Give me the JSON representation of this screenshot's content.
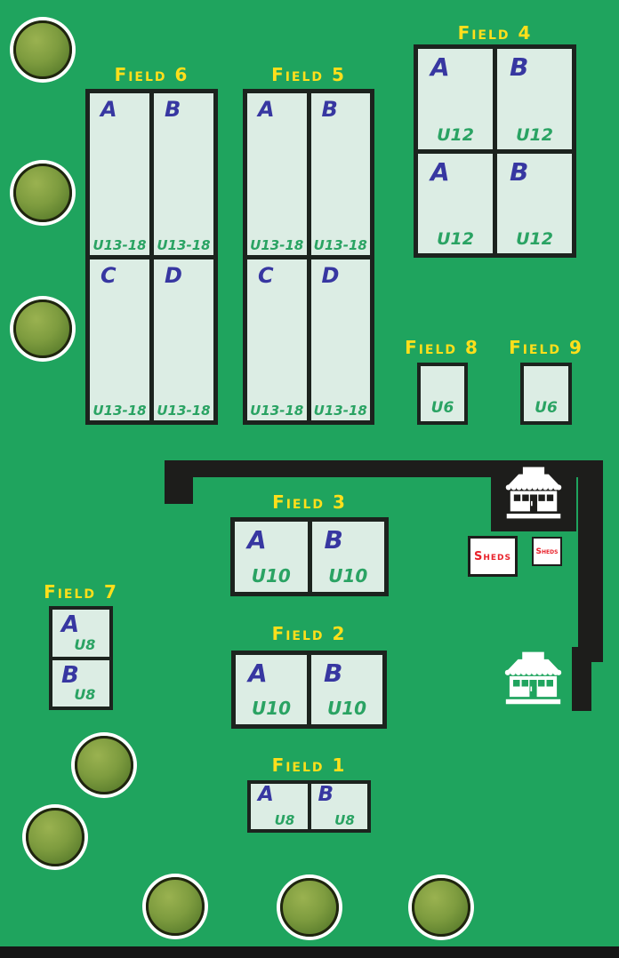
{
  "palette": {
    "bg": "#1FA45E",
    "field_fill": "#DCEDE4",
    "field_border": "#1C231E",
    "title_yellow": "#FFDF1B",
    "letter_blue": "#3737A1",
    "age_green": "#2AA363",
    "road_black": "#1D1D1B",
    "shed_red": "#E9222B",
    "bottom_bar": "#161616"
  },
  "fields": {
    "f1": {
      "title": "Field 1",
      "cells": {
        "a": {
          "letter": "A",
          "age": "U8"
        },
        "b": {
          "letter": "B",
          "age": "U8"
        }
      }
    },
    "f2": {
      "title": "Field 2",
      "cells": {
        "a": {
          "letter": "A",
          "age": "U10"
        },
        "b": {
          "letter": "B",
          "age": "U10"
        }
      }
    },
    "f3": {
      "title": "Field 3",
      "cells": {
        "a": {
          "letter": "A",
          "age": "U10"
        },
        "b": {
          "letter": "B",
          "age": "U10"
        }
      }
    },
    "f4": {
      "title": "Field 4",
      "cells": {
        "a": {
          "letter": "A",
          "age": "U12"
        },
        "b": {
          "letter": "B",
          "age": "U12"
        },
        "c": {
          "letter": "A",
          "age": "U12"
        },
        "d": {
          "letter": "B",
          "age": "U12"
        }
      }
    },
    "f5": {
      "title": "Field 5",
      "cells": {
        "a": {
          "letter": "A",
          "age": "U13-18"
        },
        "b": {
          "letter": "B",
          "age": "U13-18"
        },
        "c": {
          "letter": "C",
          "age": "U13-18"
        },
        "d": {
          "letter": "D",
          "age": "U13-18"
        }
      }
    },
    "f6": {
      "title": "Field 6",
      "cells": {
        "a": {
          "letter": "A",
          "age": "U13-18"
        },
        "b": {
          "letter": "B",
          "age": "U13-18"
        },
        "c": {
          "letter": "C",
          "age": "U13-18"
        },
        "d": {
          "letter": "D",
          "age": "U13-18"
        }
      }
    },
    "f7": {
      "title": "Field 7",
      "cells": {
        "a": {
          "letter": "A",
          "age": "U8"
        },
        "b": {
          "letter": "B",
          "age": "U8"
        }
      }
    },
    "f8": {
      "title": "Field 8",
      "age": "U6"
    },
    "f9": {
      "title": "Field 9",
      "age": "U6"
    }
  },
  "sheds": {
    "large": "Sheds",
    "small": "Sheds"
  }
}
